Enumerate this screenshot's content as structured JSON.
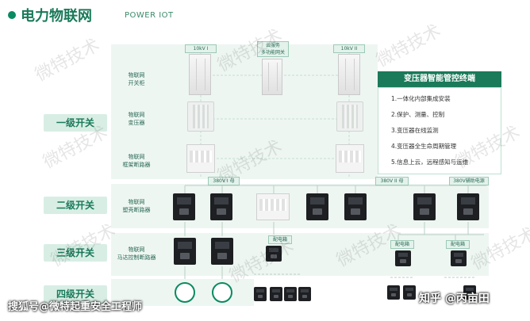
{
  "header": {
    "title": "电力物联网",
    "subtitle": "POWER IOT"
  },
  "levels": [
    "一级开关",
    "二级开关",
    "三级开关",
    "四级开关"
  ],
  "side_labels": [
    [
      "物联网",
      "开关柜"
    ],
    [
      "物联网",
      "变压器"
    ],
    [
      "物联网",
      "框架断路器"
    ],
    [
      "物联网",
      "塑壳断路器"
    ],
    [
      "物联网",
      "马达控制断路器"
    ]
  ],
  "tags": {
    "cab_left": "10kV I",
    "cloud": [
      "云服务",
      "多功能网关"
    ],
    "cab_right": "10kV II",
    "bus1": "380V I 母",
    "bus2": "380V II 母",
    "bus3": "380V辅助电源",
    "dist1": "配电箱",
    "dist2": "配电箱",
    "dist3": "配电箱"
  },
  "terminal_box": {
    "title": "变压器智能管控终端",
    "items": [
      "1.一体化内部集成安装",
      "2.保护、测量、控制",
      "3.变压器在线监测",
      "4.变压器全生命周期管理",
      "5.信息上云，远程感知与运维"
    ]
  },
  "watermarks": [
    "微特技术",
    "微特技术",
    "微特技术",
    "微特技术",
    "微特技术",
    "微特技术",
    "微特技术",
    "微特技术",
    "微特技术",
    "微特技术"
  ],
  "footer": {
    "left": "搜狐号@微特起重安全工程师",
    "right": "知乎 @丙亩田"
  },
  "colors": {
    "primary": "#1a7a5a",
    "accent": "#0a8a62",
    "panel": "#eef6f2"
  }
}
